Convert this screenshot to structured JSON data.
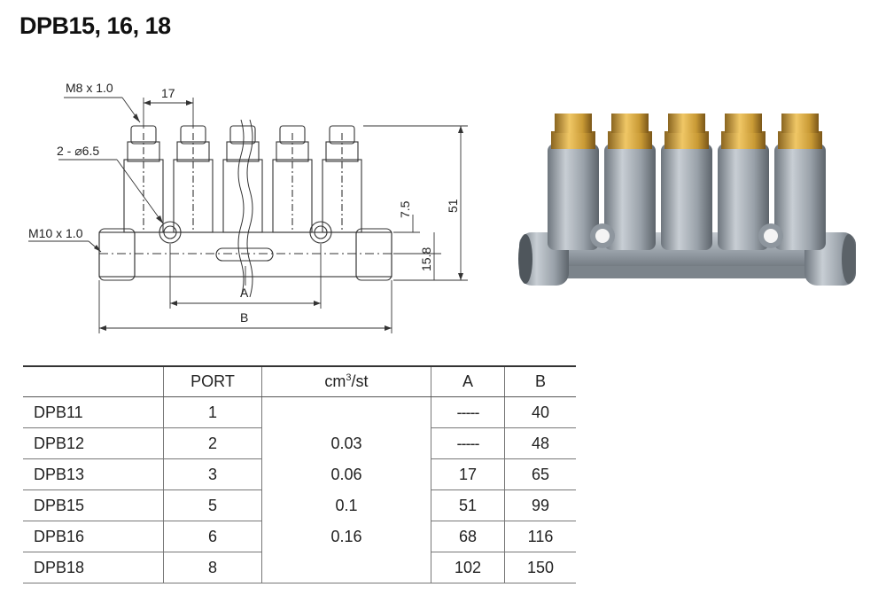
{
  "title": "DPB15, 16, 18",
  "drawing": {
    "thread_top": "M8 x 1.0",
    "pitch": "17",
    "mount_holes": "2 - ⌀6.5",
    "thread_inlet": "M10 x 1.0",
    "dim_a": "A",
    "dim_b": "B",
    "height_total": "51",
    "offset_small": "7.5",
    "offset_base": "15.8"
  },
  "photo": {
    "body_color": "#9aa2aa",
    "fitting_color": "#c99a35",
    "port_count": 5
  },
  "table": {
    "headers": {
      "model": "",
      "port": "PORT",
      "cm_unit": "cm",
      "cm_sup": "3",
      "cm_tail": "/st",
      "a": "A",
      "b": "B"
    },
    "cm_values": [
      "0.03",
      "0.06",
      "0.1",
      "0.16"
    ],
    "rows": [
      {
        "model": "DPB11",
        "port": "1",
        "a": "-----",
        "b": "40"
      },
      {
        "model": "DPB12",
        "port": "2",
        "a": "-----",
        "b": "48"
      },
      {
        "model": "DPB13",
        "port": "3",
        "a": "17",
        "b": "65"
      },
      {
        "model": "DPB15",
        "port": "5",
        "a": "51",
        "b": "99"
      },
      {
        "model": "DPB16",
        "port": "6",
        "a": "68",
        "b": "116"
      },
      {
        "model": "DPB18",
        "port": "8",
        "a": "102",
        "b": "150"
      }
    ]
  }
}
